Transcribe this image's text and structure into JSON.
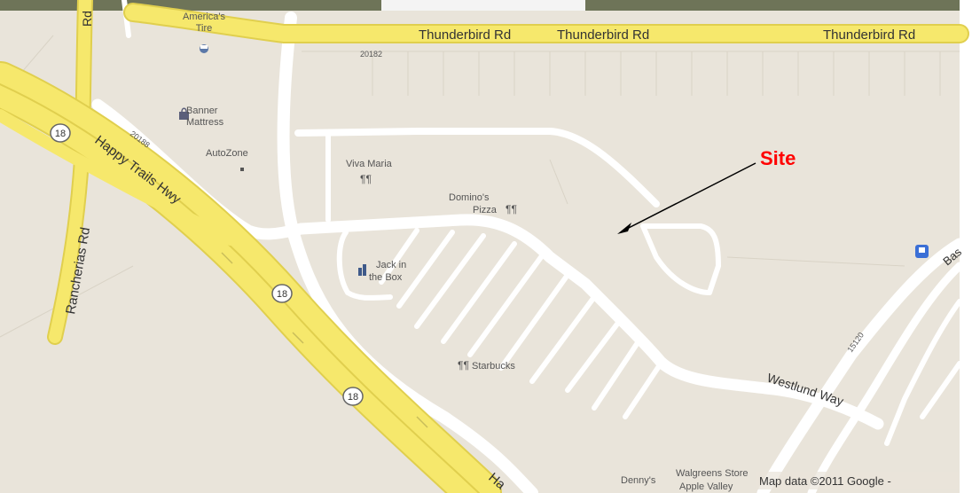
{
  "map": {
    "roads": {
      "thunderbird_1": "Thunderbird Rd",
      "thunderbird_2": "Thunderbird Rd",
      "thunderbird_3": "Thunderbird Rd",
      "happy_trails": "Happy Trails Hwy",
      "happy_trails_partial": "Ha",
      "rancherias": "Rancherias Rd",
      "rancherias_top": "Rd",
      "westlund": "Westlund Way",
      "bas_partial": "Bas"
    },
    "route_shields": {
      "top_left": "18",
      "middle": "18",
      "lower": "18"
    },
    "numbers": {
      "n20182": "20182",
      "n20188": "20188",
      "n15120": "15120"
    },
    "places": {
      "americas_tire": "America's",
      "americas_tire_2": "Tire",
      "banner_mattress": "Banner",
      "banner_mattress_2": "Mattress",
      "autozone": "AutoZone",
      "viva_maria": "Viva Maria",
      "dominos": "Domino's",
      "dominos_2": "Pizza",
      "jack_in_the_box": "Jack in",
      "jack_in_the_box_2": "the Box",
      "starbucks": "Starbucks",
      "dennys": "Denny's",
      "walgreens": "Walgreens Store",
      "walgreens_2": "Apple Valley"
    },
    "annotation": {
      "site_label": "Site"
    },
    "attribution": "Map data ©2011 Google -",
    "colors": {
      "land": "#e9e4da",
      "road_major": "#f6e86c",
      "road_major_edge": "#e0cf4e",
      "road_minor": "#ffffff",
      "annotation": "#ff0000"
    }
  }
}
